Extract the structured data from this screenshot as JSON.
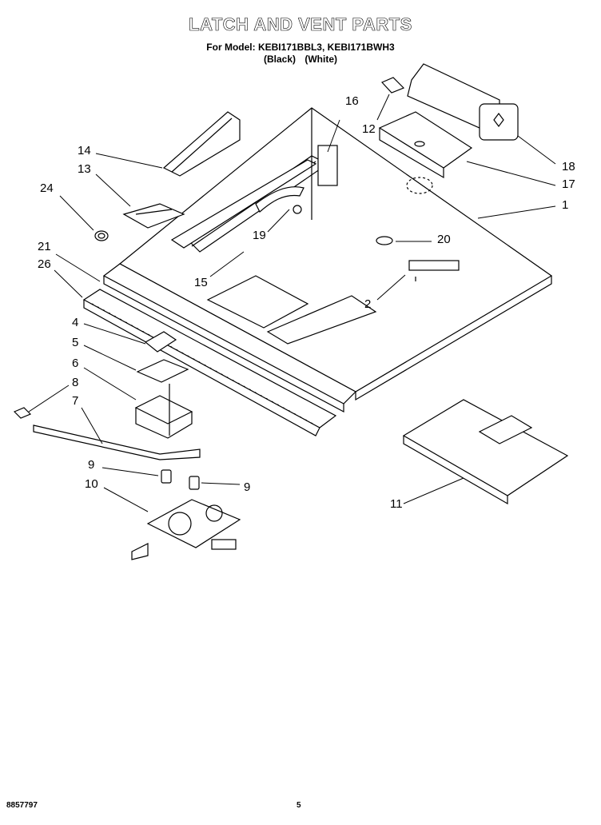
{
  "header": {
    "title": "LATCH AND VENT PARTS",
    "models_line": "For Model: KEBI171BBL3, KEBI171BWH3",
    "color_black": "(Black)",
    "color_white": "(White)"
  },
  "callouts": [
    "1",
    "2",
    "4",
    "5",
    "6",
    "7",
    "8",
    "9",
    "9",
    "10",
    "11",
    "12",
    "13",
    "14",
    "15",
    "16",
    "17",
    "18",
    "19",
    "20",
    "21",
    "24",
    "26"
  ],
  "footer": {
    "doc_number": "8857797",
    "page_number": "5"
  }
}
